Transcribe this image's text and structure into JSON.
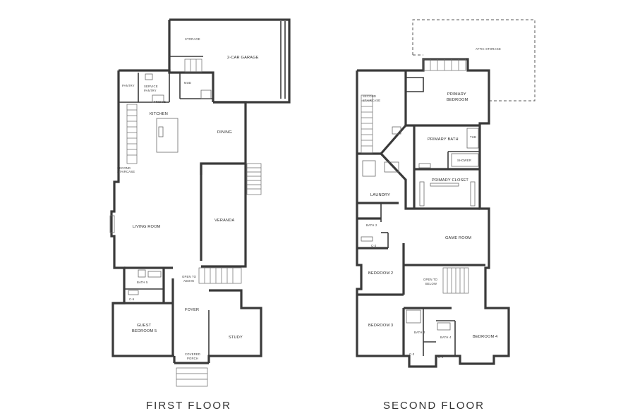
{
  "first_floor": {
    "caption": "FIRST FLOOR",
    "rooms": {
      "storage": "STORAGE",
      "garage": "2-CAR GARAGE",
      "mud": "MUD",
      "pantry": "PANTRY",
      "service_pantry_1": "SERVICE",
      "service_pantry_2": "PANTRY",
      "kitchen": "KITCHEN",
      "dining": "DINING",
      "second_staircase_1": "SECOND",
      "second_staircase_2": "STAIRCASE",
      "living_room": "LIVING ROOM",
      "veranda": "VERANDA",
      "bath5": "BATH 5",
      "c5": "C-5",
      "open_to_above_1": "OPEN TO",
      "open_to_above_2": "ABOVE",
      "foyer": "FOYER",
      "guest_bedroom_1": "GUEST",
      "guest_bedroom_2": "BEDROOM 5",
      "study": "STUDY",
      "covered_porch_1": "COVERED",
      "covered_porch_2": "PORCH",
      "fridge": "FRIDGE"
    }
  },
  "second_floor": {
    "caption": "SECOND FLOOR",
    "rooms": {
      "attic_storage": "ATTIC STORAGE",
      "primary_bedroom_1": "PRIMARY",
      "primary_bedroom_2": "BEDROOM",
      "second_staircase_1": "SECOND",
      "second_staircase_2": "STAIRCASE",
      "primary_bath": "PRIMARY BATH",
      "tub": "TUB",
      "shower": "SHOWER",
      "primary_closet": "PRIMARY CLOSET",
      "laundry": "LAUNDRY",
      "bath2": "BATH 2",
      "c2": "C-2",
      "game_room": "GAME ROOM",
      "bedroom2": "BEDROOM 2",
      "open_to_below_1": "OPEN TO",
      "open_to_below_2": "BELOW",
      "bedroom3": "BEDROOM 3",
      "bath3": "BATH 3",
      "bath4": "BATH 4",
      "bedroom4": "BEDROOM 4",
      "c3": "C-3",
      "c4": "C-4"
    }
  }
}
